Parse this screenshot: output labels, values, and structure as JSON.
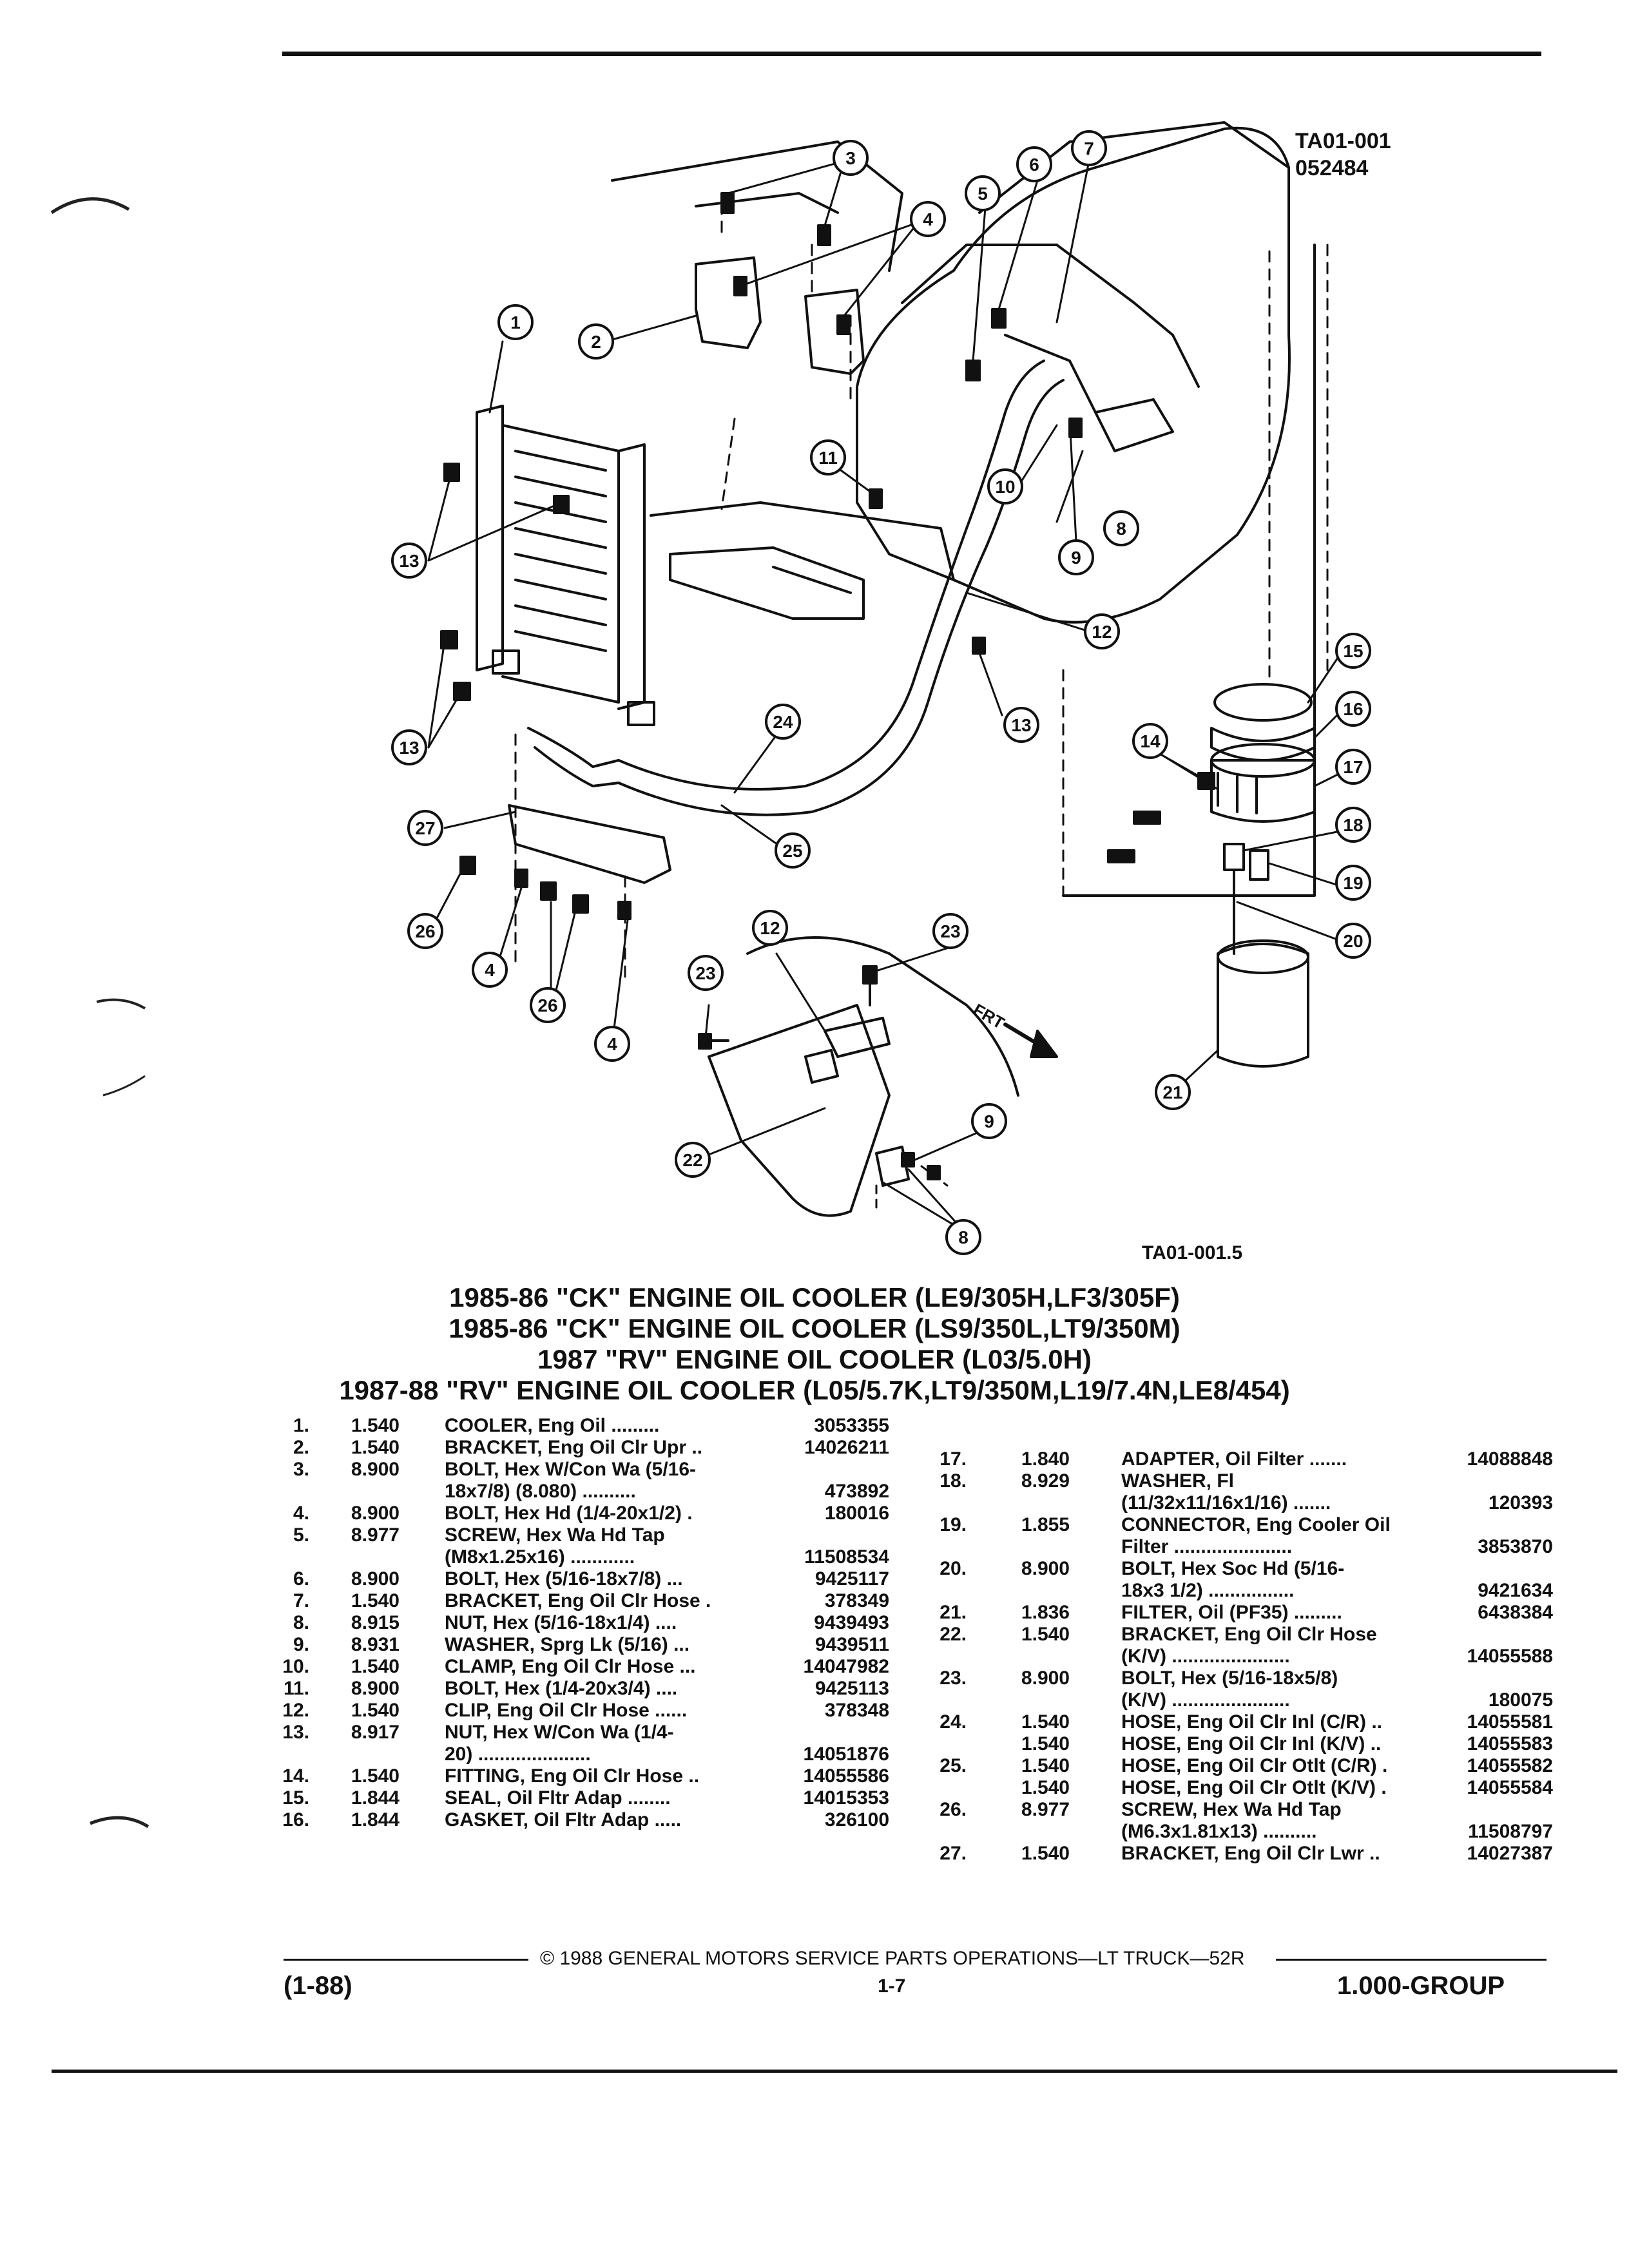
{
  "figure": {
    "id_top": "TA01-001",
    "id_date": "052484",
    "id_bottom": "TA01-001.5",
    "front_marker": "FRT",
    "callouts": [
      "1",
      "2",
      "3",
      "4",
      "5",
      "6",
      "7",
      "8",
      "9",
      "10",
      "11",
      "12",
      "13",
      "14",
      "15",
      "16",
      "17",
      "18",
      "19",
      "20",
      "21",
      "22",
      "23",
      "24",
      "25",
      "26",
      "27"
    ]
  },
  "titles": [
    "1985-86 \"CK\" ENGINE OIL COOLER (LE9/305H,LF3/305F)",
    "1985-86 \"CK\" ENGINE OIL COOLER (LS9/350L,LT9/350M)",
    "1987 \"RV\" ENGINE OIL COOLER (L03/5.0H)",
    "1987-88 \"RV\" ENGINE OIL COOLER (L05/5.7K,LT9/350M,L19/7.4N,LE8/454)"
  ],
  "parts_left": [
    {
      "n": "1.",
      "c": "1.540",
      "d": "COOLER, Eng Oil .........",
      "p": "3053355",
      "d2": "",
      "p2": ""
    },
    {
      "n": "2.",
      "c": "1.540",
      "d": "BRACKET, Eng Oil Clr Upr ..",
      "p": "14026211",
      "d2": "",
      "p2": ""
    },
    {
      "n": "3.",
      "c": "8.900",
      "d": "BOLT, Hex W/Con Wa (5/16-",
      "p": "",
      "d2": "18x7/8) (8.080) ..........",
      "p2": "473892"
    },
    {
      "n": "4.",
      "c": "8.900",
      "d": "BOLT, Hex Hd (1/4-20x1/2) .",
      "p": "180016",
      "d2": "",
      "p2": ""
    },
    {
      "n": "5.",
      "c": "8.977",
      "d": "SCREW, Hex Wa Hd Tap",
      "p": "",
      "d2": "(M8x1.25x16) ............",
      "p2": "11508534"
    },
    {
      "n": "6.",
      "c": "8.900",
      "d": "BOLT, Hex (5/16-18x7/8) ...",
      "p": "9425117",
      "d2": "",
      "p2": ""
    },
    {
      "n": "7.",
      "c": "1.540",
      "d": "BRACKET, Eng Oil Clr Hose .",
      "p": "378349",
      "d2": "",
      "p2": ""
    },
    {
      "n": "8.",
      "c": "8.915",
      "d": "NUT, Hex (5/16-18x1/4) ....",
      "p": "9439493",
      "d2": "",
      "p2": ""
    },
    {
      "n": "9.",
      "c": "8.931",
      "d": "WASHER, Sprg Lk (5/16) ...",
      "p": "9439511",
      "d2": "",
      "p2": ""
    },
    {
      "n": "10.",
      "c": "1.540",
      "d": "CLAMP, Eng Oil Clr Hose ...",
      "p": "14047982",
      "d2": "",
      "p2": ""
    },
    {
      "n": "11.",
      "c": "8.900",
      "d": "BOLT, Hex (1/4-20x3/4) ....",
      "p": "9425113",
      "d2": "",
      "p2": ""
    },
    {
      "n": "12.",
      "c": "1.540",
      "d": "CLIP, Eng Oil Clr Hose ......",
      "p": "378348",
      "d2": "",
      "p2": ""
    },
    {
      "n": "13.",
      "c": "8.917",
      "d": "NUT, Hex W/Con Wa (1/4-",
      "p": "",
      "d2": "20) .....................",
      "p2": "14051876"
    },
    {
      "n": "14.",
      "c": "1.540",
      "d": "FITTING, Eng Oil Clr Hose ..",
      "p": "14055586",
      "d2": "",
      "p2": ""
    },
    {
      "n": "15.",
      "c": "1.844",
      "d": "SEAL, Oil Fltr Adap ........",
      "p": "14015353",
      "d2": "",
      "p2": ""
    },
    {
      "n": "16.",
      "c": "1.844",
      "d": "GASKET, Oil Fltr Adap .....",
      "p": "326100",
      "d2": "",
      "p2": ""
    }
  ],
  "parts_right": [
    {
      "n": "17.",
      "c": "1.840",
      "d": "ADAPTER, Oil Filter .......",
      "p": "14088848",
      "d2": "",
      "p2": ""
    },
    {
      "n": "18.",
      "c": "8.929",
      "d": "WASHER, Fl",
      "p": "",
      "d2": "(11/32x11/16x1/16) .......",
      "p2": "120393"
    },
    {
      "n": "19.",
      "c": "1.855",
      "d": "CONNECTOR, Eng Cooler Oil",
      "p": "",
      "d2": "Filter ......................",
      "p2": "3853870"
    },
    {
      "n": "20.",
      "c": "8.900",
      "d": "BOLT, Hex Soc Hd (5/16-",
      "p": "",
      "d2": "18x3 1/2) ................",
      "p2": "9421634"
    },
    {
      "n": "21.",
      "c": "1.836",
      "d": "FILTER, Oil (PF35) .........",
      "p": "6438384",
      "d2": "",
      "p2": ""
    },
    {
      "n": "22.",
      "c": "1.540",
      "d": "BRACKET, Eng Oil Clr Hose",
      "p": "",
      "d2": "(K/V) ......................",
      "p2": "14055588"
    },
    {
      "n": "23.",
      "c": "8.900",
      "d": "BOLT, Hex (5/16-18x5/8)",
      "p": "",
      "d2": "(K/V) ......................",
      "p2": "180075"
    },
    {
      "n": "24.",
      "c": "1.540",
      "d": "HOSE, Eng Oil Clr Inl (C/R) ..",
      "p": "14055581",
      "d2": "",
      "p2": ""
    },
    {
      "n": "",
      "c": "1.540",
      "d": "HOSE, Eng Oil Clr Inl (K/V) ..",
      "p": "14055583",
      "d2": "",
      "p2": ""
    },
    {
      "n": "25.",
      "c": "1.540",
      "d": "HOSE, Eng Oil Clr Otlt (C/R) .",
      "p": "14055582",
      "d2": "",
      "p2": ""
    },
    {
      "n": "",
      "c": "1.540",
      "d": "HOSE, Eng Oil Clr Otlt (K/V) .",
      "p": "14055584",
      "d2": "",
      "p2": ""
    },
    {
      "n": "26.",
      "c": "8.977",
      "d": "SCREW, Hex Wa Hd Tap",
      "p": "",
      "d2": "(M6.3x1.81x13) ..........",
      "p2": "11508797"
    },
    {
      "n": "27.",
      "c": "1.540",
      "d": "BRACKET, Eng Oil Clr Lwr ..",
      "p": "14027387",
      "d2": "",
      "p2": ""
    }
  ],
  "footer": {
    "copyright": "© 1988 GENERAL MOTORS SERVICE PARTS OPERATIONS—LT TRUCK—52R",
    "revision": "(1-88)",
    "page": "1-7",
    "group": "1.000-GROUP"
  }
}
